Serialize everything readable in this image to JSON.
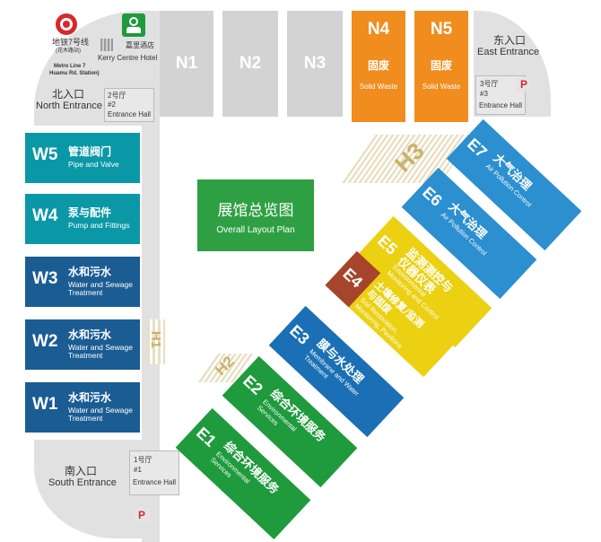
{
  "title_cn": "展馆总览图",
  "title_en": "Overall Layout Plan",
  "metro": {
    "line_cn": "地铁7号线",
    "station_cn": "(花木路站)",
    "line_en": "Metro Line 7",
    "station_en": "Huamu Rd. Station)"
  },
  "hotel": {
    "name_cn": "嘉里酒店",
    "name_en": "Kerry Centre Hotel"
  },
  "entrances": {
    "north": {
      "cn": "北入口",
      "en": "North Entrance"
    },
    "east": {
      "cn": "东入口",
      "en": "East Entrance"
    },
    "south": {
      "cn": "南入口",
      "en": "South Entrance"
    }
  },
  "entrance_halls": [
    {
      "cn": "1号厅",
      "num": "#1",
      "en": "Entrance Hall"
    },
    {
      "cn": "2号厅",
      "num": "#2",
      "en": "Entrance Hall"
    },
    {
      "cn": "3号厅",
      "num": "#3",
      "en": "Entrance Hall"
    }
  ],
  "parking": "P",
  "north_halls": [
    "N1",
    "N2",
    "N3"
  ],
  "waste_halls": [
    {
      "code": "N4",
      "cn": "固废",
      "en": "Solid Waste"
    },
    {
      "code": "N5",
      "cn": "固废",
      "en": "Solid Waste"
    }
  ],
  "west_halls": [
    {
      "code": "W5",
      "cn": "管道阀门",
      "en": [
        "Pipe and Valve"
      ]
    },
    {
      "code": "W4",
      "cn": "泵与配件",
      "en": [
        "Pump and Fittings"
      ]
    },
    {
      "code": "W3",
      "cn": "水和污水",
      "en": [
        "Water and Sewage",
        "Treatment"
      ]
    },
    {
      "code": "W2",
      "cn": "水和污水",
      "en": [
        "Water and Sewage",
        "Treatment"
      ]
    },
    {
      "code": "W1",
      "cn": "水和污水",
      "en": [
        "Water and Sewage",
        "Treatment"
      ]
    }
  ],
  "diag_halls": [
    {
      "code": "E7",
      "cn": "大气治理",
      "en": [
        "Air Pollution Control"
      ]
    },
    {
      "code": "E6",
      "cn": "大气治理",
      "en": [
        "Air Pollution Control"
      ]
    },
    {
      "code": "E5",
      "cn": "监测测控与",
      "cn2": "仪器仪表",
      "en": [
        "Environmental",
        "Monitoring and Control"
      ]
    },
    {
      "code": "E4",
      "cn": "土壤修复/监测",
      "cn2": "与固废",
      "en": [
        "Soil Restoration,",
        "Monitoring, Pavilions"
      ]
    },
    {
      "code": "E3",
      "cn": "膜与水处理",
      "en": [
        "Membrane and Water",
        "Treatment"
      ]
    },
    {
      "code": "E2",
      "cn": "综合环境服务",
      "en": [
        "Environmental",
        "Services"
      ]
    },
    {
      "code": "E1",
      "cn": "综合环境服务",
      "en": [
        "Environmental",
        "Services"
      ]
    }
  ],
  "corridors": [
    "H1",
    "H2",
    "H3"
  ],
  "colors": {
    "green": "#1f9a3d",
    "green_title": "#2ea043",
    "teal": "#0b98a6",
    "navy": "#1b5c93",
    "blue": "#1b6fb4",
    "yellow": "#ecd012",
    "brown": "#a6452c",
    "orange": "#f08d1e",
    "light_blue": "#2b8fd0",
    "gray": "#d3d3d3",
    "metro_red": "#d8282d"
  }
}
